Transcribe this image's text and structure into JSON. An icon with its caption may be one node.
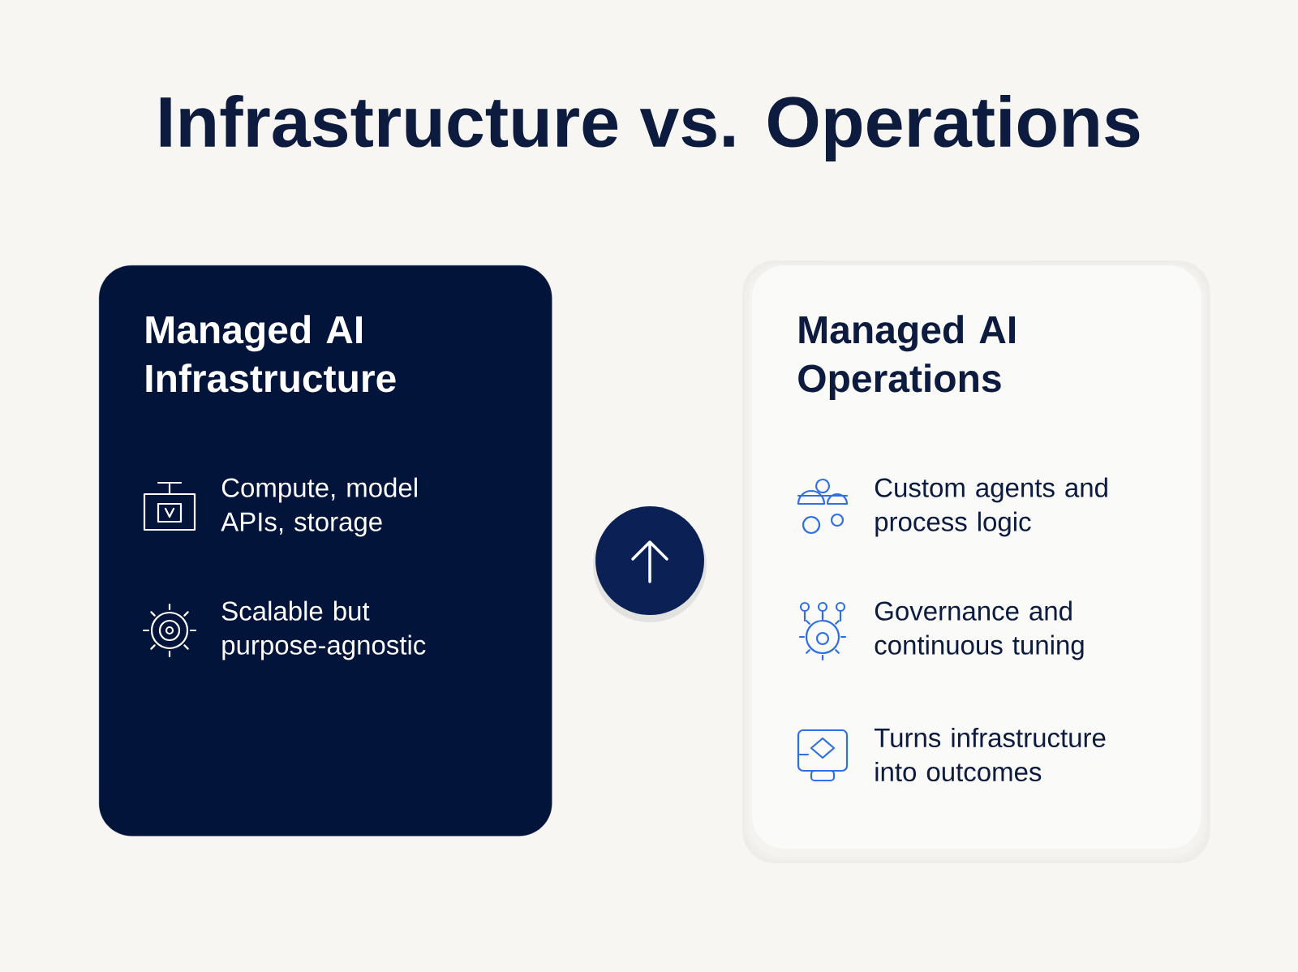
{
  "diagram": {
    "title": "Infrastructure vs. Operations",
    "nodes": [
      {
        "text": [
          "Managed AI Infrastructure",
          "Compute, model APIs, storage",
          "Scalable but purpose-agnostic"
        ]
      },
      {
        "text": [],
        "shape": "circle"
      },
      {
        "text": [
          "Managed AI Operations",
          "Custom agents and process logic",
          "Governance and continuous tuning",
          "Turns infrastructure into outcomes"
        ]
      }
    ]
  }
}
